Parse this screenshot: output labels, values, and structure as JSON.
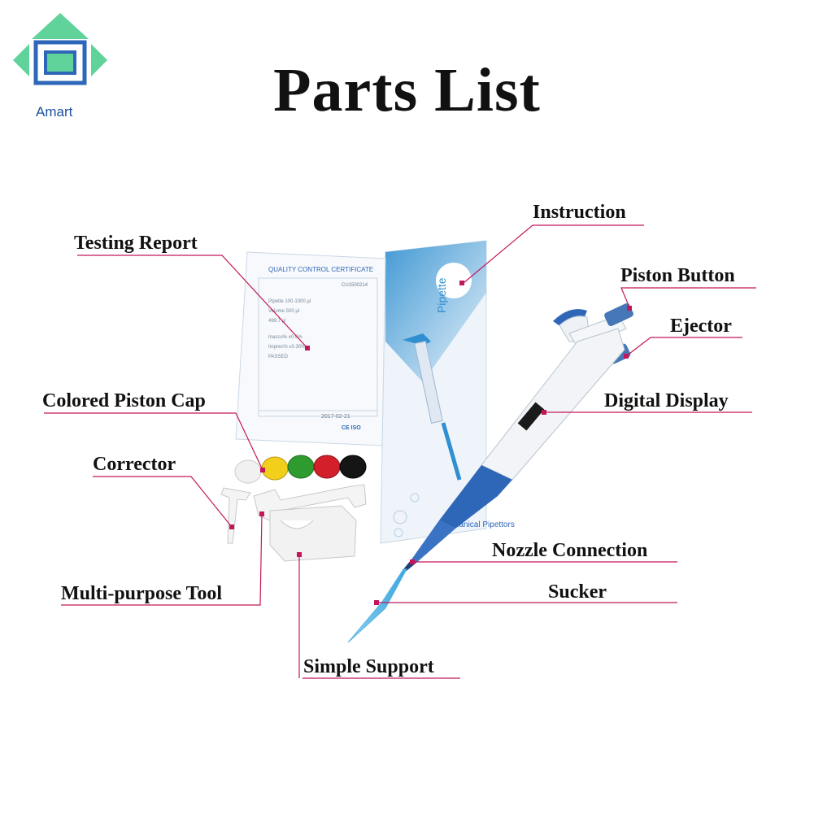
{
  "brand": {
    "name": "Amart",
    "colors": {
      "green": "#5fd39a",
      "blue": "#2f67b8",
      "pink": "#c2185b"
    }
  },
  "title": "Parts List",
  "labels": {
    "instruction": "Instruction",
    "testing_report": "Testing Report",
    "piston_button": "Piston Button",
    "ejector": "Ejector",
    "colored_piston_cap": "Colored Piston Cap",
    "digital_display": "Digital Display",
    "corrector": "Corrector",
    "nozzle_connection": "Nozzle Connection",
    "multipurpose_tool": "Multi-purpose Tool",
    "sucker": "Sucker",
    "simple_support": "Simple Support"
  },
  "certificate": {
    "heading": "QUALITY CONTROL CERTIFICATE",
    "serial": "CU1500214",
    "lines": [
      "Pipette   100-1000 µl",
      "Volume              500 µl",
      "                        499.7 µl",
      "Inaccu%           ±0.6%",
      "Imprec%           ≤0.30%",
      "                        PASSED"
    ],
    "footer": "2017-02-21",
    "mark": "CE ISO"
  },
  "booklet": {
    "logo": "Pipette",
    "bottom": "Mechanical Pipettors"
  }
}
